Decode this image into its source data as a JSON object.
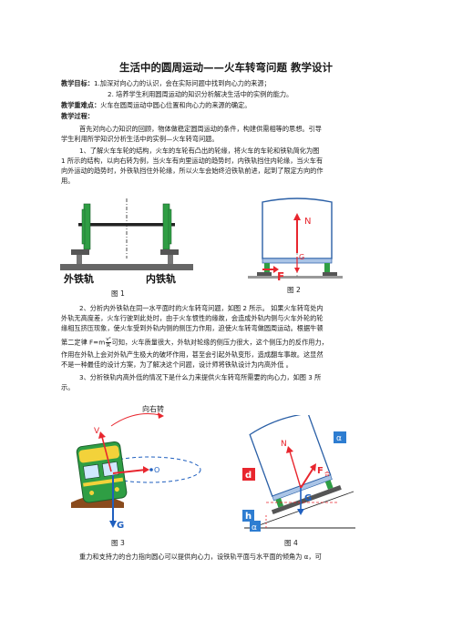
{
  "title": "生活中的圆周运动——火车转弯问题 教学设计",
  "objectives": {
    "label": "教学目标：",
    "item1": "1.加深对向心力的认识，会在实际问题中找到向心力的来源；",
    "item2": "2. 培养学生利用圆周运动的知识分析解决生活中的实例的能力。"
  },
  "keypoints": {
    "label": "教学重难点：",
    "text": "火车在圆周运动中圆心位置和向心力的来源的确定。"
  },
  "process": {
    "label": "教学过程："
  },
  "paragraphs": {
    "p0": [
      "首先对向心力知识的回顾，物体做稳定圆周运动的条件，构建供需相等的思想。引导",
      "学生利用所学知识分析生活中的实例—火车转弯问题。"
    ],
    "p1": [
      "1、了解火车车轮的结构，火车的车轮有凸出的轮缘，将火车的车轮和铁轨简化为图",
      "1 所示的结构，以向右转为例，当火车有向里运动的趋势时，内铁轨挡住内轮缘，当火车有",
      "向外运动的趋势时，外铁轨挡住外轮缘，所以火车会始终沿铁轨前进，起到了限定方向的作",
      "用。"
    ],
    "p2": [
      "2、分析内外铁轨在同一水平面时的火车转弯问题，如图 2 所示。 如果火车转弯处内",
      "外轨无高度差，火车行驶到此处时，由于火车惯性的缘故，会造成外轨内侧与火车外轮的轮",
      "缘相互挤压现象，使火车受到外轨内侧的侧压力作用，迫使火车转弯做圆周运动。根据牛顿"
    ],
    "p2_formula": {
      "before": "第二定律  F=m",
      "num": "v²",
      "den": "R",
      "after": "可知，火车质量很大，外轨对轮缘的侧压力很大，这个侧压力的反作用力，"
    },
    "p2_tail": [
      "作用在外轨上会对外轨产生极大的破坏作用，甚至会引起外轨变形，造成翻车事故。这显然",
      "不是一种最佳的设计方案，为了解决这个问题，设计师将铁轨设计为内高外低 。"
    ],
    "p3": [
      "3、分析铁轨内高外低的情况下是什么力来提供火车转弯所需要的向心力，如图 3 所",
      "示。"
    ],
    "p4": [
      "重力和支持力的合力指向圆心可以提供向心力，设铁轨平面与水平面的倾角为 α，可"
    ]
  },
  "figures": {
    "fig1": {
      "caption": "图 1",
      "label_outer": "外铁轨",
      "label_inner": "内铁轨"
    },
    "fig2": {
      "caption": "图 2",
      "label_N": "N",
      "label_G": "G",
      "label_F": "F"
    },
    "fig3": {
      "caption": "图 3",
      "label_turn": "向右转",
      "label_V": "V",
      "label_G": "G",
      "label_O": "O"
    },
    "fig4": {
      "caption": "图 4",
      "label_alpha_top": "α",
      "label_N": "N",
      "label_F": "F",
      "label_F_sub": "合",
      "label_d": "d",
      "label_G": "G",
      "label_h": "h",
      "label_alpha_bottom": "α"
    }
  },
  "colors": {
    "rail_green": "#2f9e44",
    "force_red": "#e8262e",
    "force_blue": "#1f5fbf",
    "label_blue": "#2e7dd1",
    "brown": "#8a4b1d"
  }
}
